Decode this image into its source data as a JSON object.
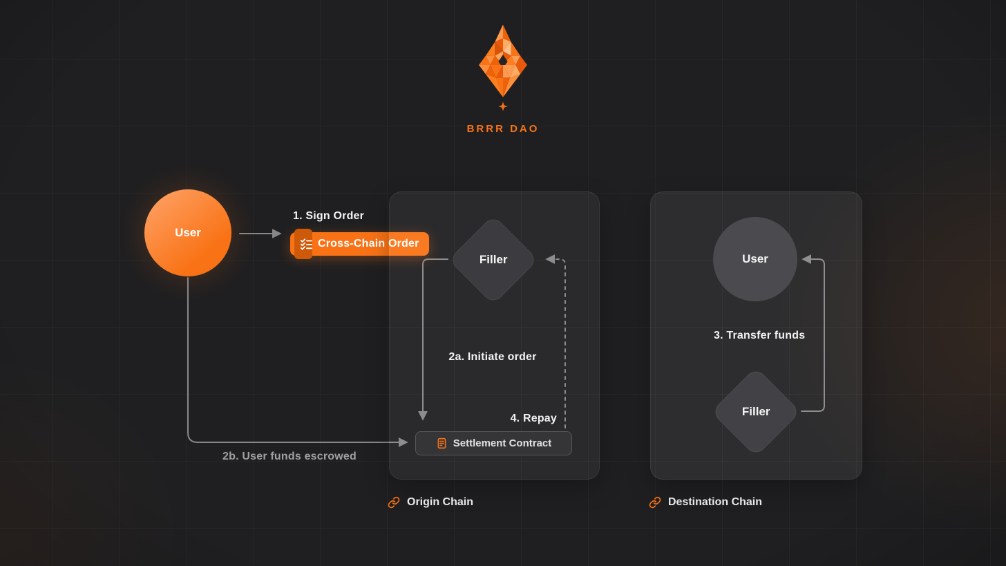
{
  "brand": {
    "name": "BRRR DAO"
  },
  "flow": {
    "user": {
      "label": "User"
    },
    "step1": {
      "label": "1. Sign Order"
    },
    "order_badge": {
      "label": "Cross-Chain Order",
      "icon": "checklist-icon"
    },
    "step2b": {
      "label": "2b. User funds escrowed"
    }
  },
  "origin_chain": {
    "caption": "Origin Chain",
    "caption_icon": "link-icon",
    "filler": {
      "label": "Filler"
    },
    "step2a": {
      "label": "2a. Initiate order"
    },
    "step4": {
      "label": "4. Repay"
    },
    "settlement": {
      "label": "Settlement Contract",
      "icon": "contract-icon"
    }
  },
  "destination_chain": {
    "caption": "Destination Chain",
    "caption_icon": "link-icon",
    "user": {
      "label": "User"
    },
    "step3": {
      "label": "3. Transfer funds"
    },
    "filler": {
      "label": "Filler"
    }
  },
  "colors": {
    "accent": "#F97316",
    "accent_dark": "#CE5A09",
    "background": "#1F1F21",
    "panel_fill": "rgba(255,255,255,0.05)",
    "arrow": "#87878A",
    "muted_text": "#A0A0A3",
    "text": "#F2F2F3"
  }
}
